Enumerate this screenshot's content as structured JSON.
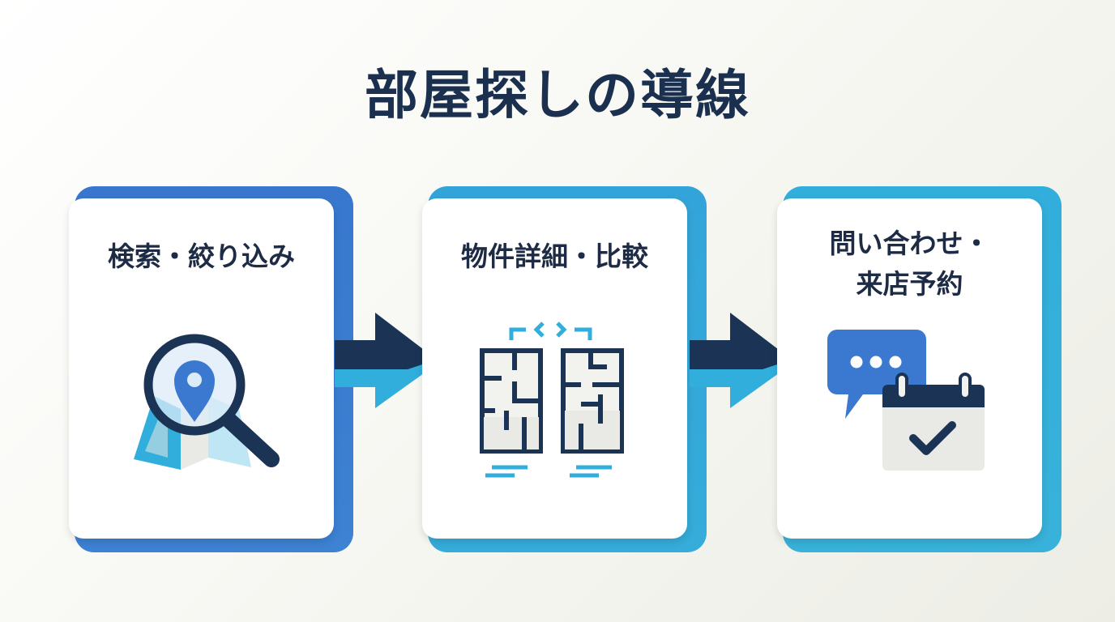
{
  "title": "部屋探しの導線",
  "steps": [
    {
      "label_lines": [
        "検索・絞り込み"
      ]
    },
    {
      "label_lines": [
        "物件詳細・比較"
      ]
    },
    {
      "label_lines": [
        "問い合わせ・",
        "来店予約"
      ]
    }
  ],
  "icons": [
    "map-search-icon",
    "floor-plan-compare-icon",
    "chat-calendar-icon"
  ],
  "colors": {
    "title": "#1b2f4f",
    "label": "#1d2b45",
    "navy": "#1b3455",
    "blue": "#3a79cf",
    "cyan": "#31aedb",
    "card": "#ffffff",
    "light_gray": "#e9e9e6"
  }
}
